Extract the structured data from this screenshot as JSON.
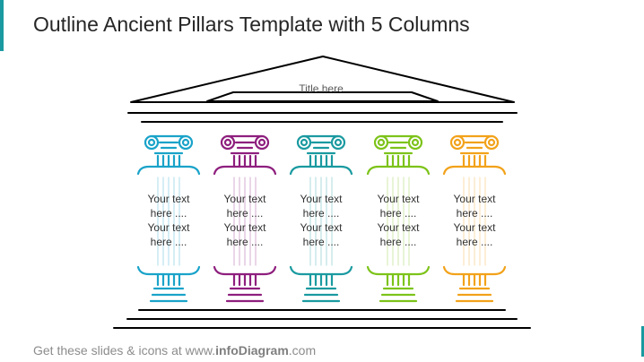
{
  "slide": {
    "title": "Outline Ancient Pillars Template with 5 Columns",
    "temple_title": "Title here",
    "accent_color": "#1a9aa0"
  },
  "columns": [
    {
      "color": "#1aa3c9",
      "lines": [
        "Your text",
        "here ....",
        "Your text",
        "here ...."
      ]
    },
    {
      "color": "#8e1f7e",
      "lines": [
        "Your text",
        "here ....",
        "Your text",
        "here ...."
      ]
    },
    {
      "color": "#1a9aa0",
      "lines": [
        "Your text",
        "here ....",
        "Your text",
        "here ...."
      ]
    },
    {
      "color": "#7dc31a",
      "lines": [
        "Your text",
        "here ....",
        "Your text",
        "here ...."
      ]
    },
    {
      "color": "#f2a21a",
      "lines": [
        "Your text",
        "here ....",
        "Your text",
        "here ...."
      ]
    }
  ],
  "footer": {
    "prefix": "Get these slides & icons at www.",
    "brand": "infoDiagram",
    "suffix": ".com"
  }
}
